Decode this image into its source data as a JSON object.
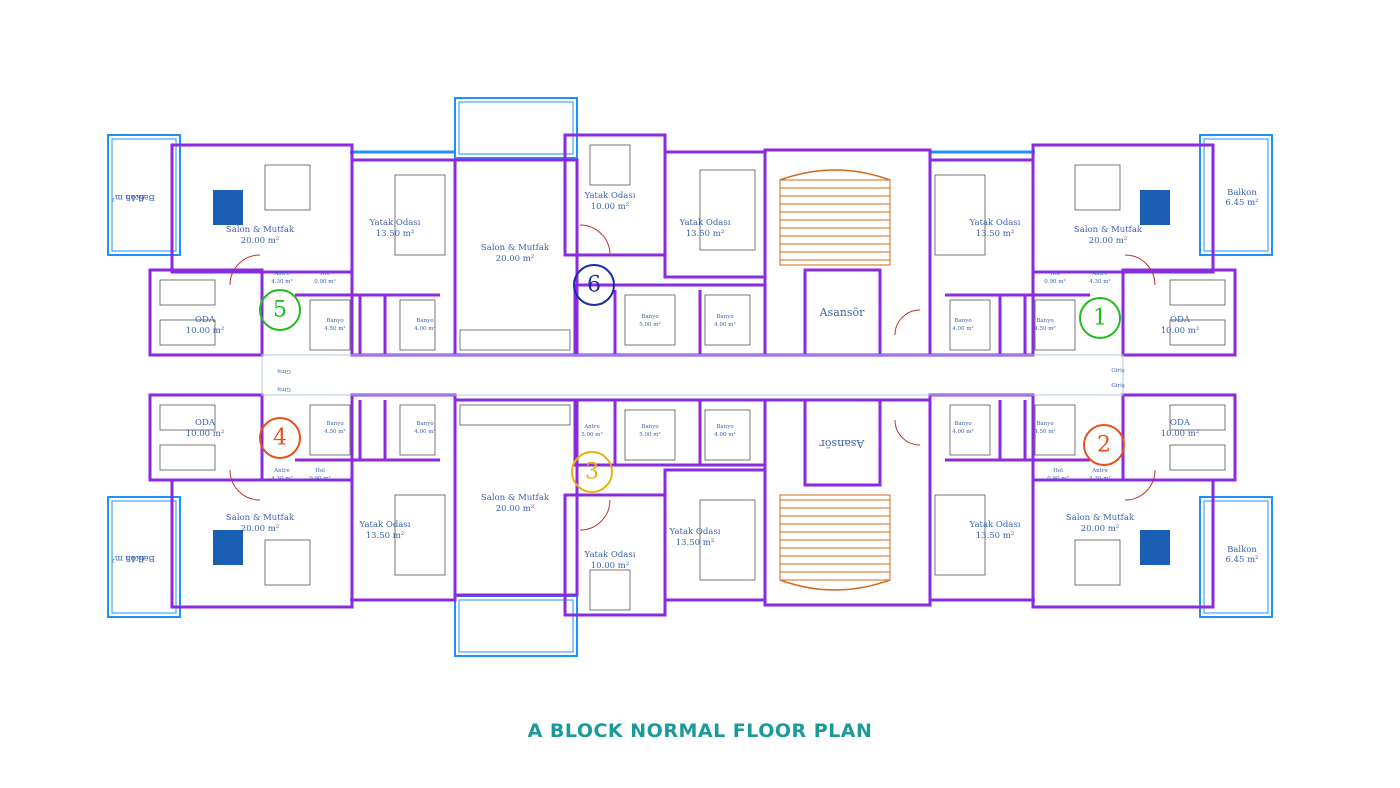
{
  "title": "A BLOCK NORMAL FLOOR PLAN",
  "colors": {
    "wall": "#8a2be2",
    "window": "#1e90ff",
    "label": "#3a62b0",
    "stair": "#d2691e",
    "title": "#1a9a9a"
  },
  "units": [
    {
      "num": "1",
      "color": "#22bb22"
    },
    {
      "num": "2",
      "color": "#e8501a"
    },
    {
      "num": "3",
      "color": "#e8b010"
    },
    {
      "num": "4",
      "color": "#e8501a"
    },
    {
      "num": "5",
      "color": "#22bb22"
    },
    {
      "num": "6",
      "color": "#1a2aa8"
    }
  ],
  "rooms": {
    "salon_mutfak": "Salon & Mutfak",
    "salon_area": "20.00 m²",
    "yatak_odasi": "Yatak Odası",
    "yatak_area": "13.50 m²",
    "yatak_odasi_small": "Yatak Odası",
    "yatak_small_area": "10.00 m²",
    "oda": "ODA",
    "oda_area": "10.00 m²",
    "balkon": "Balkon",
    "balkon_area": "6.45 m²",
    "banyo": "Banyo",
    "banyo_area_a": "4.50 m²",
    "banyo_area_b": "4.00 m²",
    "banyo_area_c": "5.00 m²",
    "antre": "Antre",
    "antre_area": "4.30 m²",
    "hol": "Hol",
    "hol_area": "0.90 m²",
    "asansor": "Asansör",
    "giris": "Giriş"
  }
}
